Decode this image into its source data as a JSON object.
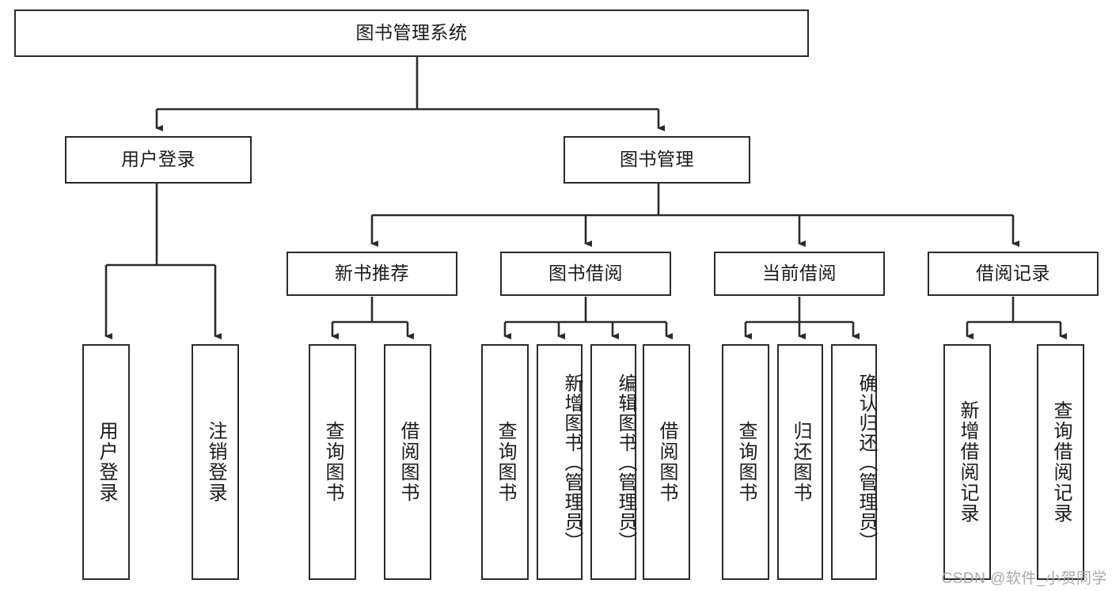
{
  "diagram": {
    "type": "tree-hierarchy",
    "title": "图书管理系统",
    "watermark": "CSDN @软件_小贺同学",
    "colors": {
      "border": "#2b2b2b",
      "background": "#ffffff",
      "text": "#1a1a1a",
      "watermark": "#a8a8a8",
      "connector": "#2b2b2b"
    },
    "nodes": {
      "root": {
        "label": "图书管理系统",
        "level": 1,
        "orientation": "horizontal"
      },
      "l2": [
        {
          "id": "user-login",
          "label": "用户登录",
          "level": 2,
          "orientation": "horizontal"
        },
        {
          "id": "book-manage",
          "label": "图书管理",
          "level": 2,
          "orientation": "horizontal"
        }
      ],
      "l3": [
        {
          "id": "new-book-recommend",
          "label": "新书推荐",
          "level": 3,
          "orientation": "horizontal",
          "parent": "book-manage"
        },
        {
          "id": "book-borrow",
          "label": "图书借阅",
          "level": 3,
          "orientation": "horizontal",
          "parent": "book-manage"
        },
        {
          "id": "current-borrow",
          "label": "当前借阅",
          "level": 3,
          "orientation": "horizontal",
          "parent": "book-manage"
        },
        {
          "id": "borrow-record",
          "label": "借阅记录",
          "level": 3,
          "orientation": "horizontal",
          "parent": "book-manage"
        }
      ],
      "leaves": [
        {
          "id": "leaf-user-login",
          "label": "用户登录",
          "parent": "user-login",
          "orientation": "vertical"
        },
        {
          "id": "leaf-user-logout",
          "label": "注销登录",
          "parent": "user-login",
          "orientation": "vertical"
        },
        {
          "id": "leaf-query-book-1",
          "label": "查询图书",
          "parent": "new-book-recommend",
          "orientation": "vertical"
        },
        {
          "id": "leaf-borrow-book-1",
          "label": "借阅图书",
          "parent": "new-book-recommend",
          "orientation": "vertical"
        },
        {
          "id": "leaf-query-book-2",
          "label": "查询图书",
          "parent": "book-borrow",
          "orientation": "vertical"
        },
        {
          "id": "leaf-add-book",
          "label": "新增图书（管理员）",
          "parent": "book-borrow",
          "orientation": "vertical"
        },
        {
          "id": "leaf-edit-book",
          "label": "编辑图书（管理员）",
          "parent": "book-borrow",
          "orientation": "vertical"
        },
        {
          "id": "leaf-borrow-book-2",
          "label": "借阅图书",
          "parent": "book-borrow",
          "orientation": "vertical"
        },
        {
          "id": "leaf-query-book-3",
          "label": "查询图书",
          "parent": "current-borrow",
          "orientation": "vertical"
        },
        {
          "id": "leaf-return-book",
          "label": "归还图书",
          "parent": "current-borrow",
          "orientation": "vertical"
        },
        {
          "id": "leaf-confirm-return",
          "label": "确认归还（管理员）",
          "parent": "current-borrow",
          "orientation": "vertical"
        },
        {
          "id": "leaf-add-record",
          "label": "新增借阅记录",
          "parent": "borrow-record",
          "orientation": "vertical"
        },
        {
          "id": "leaf-query-record",
          "label": "查询借阅记录",
          "parent": "borrow-record",
          "orientation": "vertical"
        }
      ]
    }
  }
}
